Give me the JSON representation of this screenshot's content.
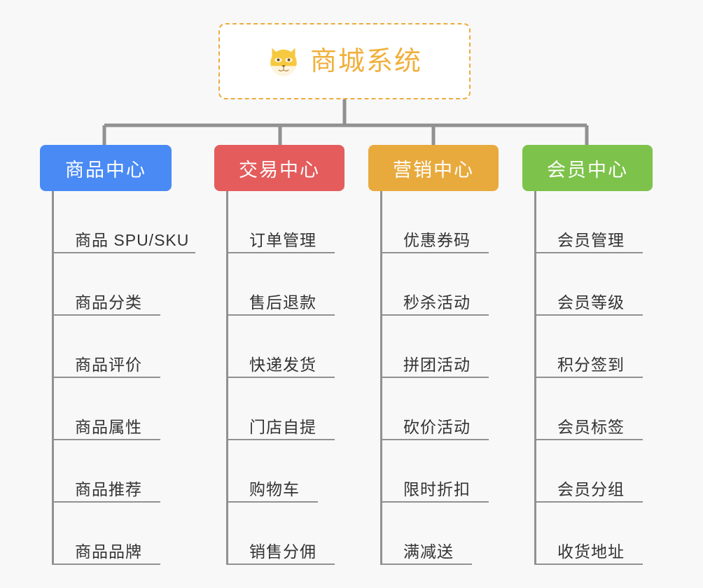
{
  "page": {
    "background_color": "#f8f8f8",
    "title": "商城系统功能架构图"
  },
  "root": {
    "label": "商城系统",
    "icon": "shiba-dog-face-icon",
    "text_color": "#f0b03c",
    "border_color": "#eeab3e",
    "background_color": "#ffffff"
  },
  "connector": {
    "color": "#919191"
  },
  "categories": [
    {
      "label": "商品中心",
      "color": "#4a8af4",
      "items": [
        {
          "label": "商品 SPU/SKU",
          "underline_width": 202
        },
        {
          "label": "商品分类",
          "underline_width": 152
        },
        {
          "label": "商品评价",
          "underline_width": 152
        },
        {
          "label": "商品属性",
          "underline_width": 152
        },
        {
          "label": "商品推荐",
          "underline_width": 152
        },
        {
          "label": "商品品牌",
          "underline_width": 152
        }
      ]
    },
    {
      "label": "交易中心",
      "color": "#e45c5c",
      "items": [
        {
          "label": "订单管理",
          "underline_width": 152
        },
        {
          "label": "售后退款",
          "underline_width": 152
        },
        {
          "label": "快递发货",
          "underline_width": 152
        },
        {
          "label": "门店自提",
          "underline_width": 152
        },
        {
          "label": "购物车",
          "underline_width": 128
        },
        {
          "label": "销售分佣",
          "underline_width": 152
        }
      ]
    },
    {
      "label": "营销中心",
      "color": "#e8aa3d",
      "items": [
        {
          "label": "优惠券码",
          "underline_width": 152
        },
        {
          "label": "秒杀活动",
          "underline_width": 152
        },
        {
          "label": "拼团活动",
          "underline_width": 152
        },
        {
          "label": "砍价活动",
          "underline_width": 152
        },
        {
          "label": "限时折扣",
          "underline_width": 152
        },
        {
          "label": "满减送",
          "underline_width": 128
        }
      ]
    },
    {
      "label": "会员中心",
      "color": "#7dc24a",
      "items": [
        {
          "label": "会员管理",
          "underline_width": 152
        },
        {
          "label": "会员等级",
          "underline_width": 152
        },
        {
          "label": "积分签到",
          "underline_width": 152
        },
        {
          "label": "会员标签",
          "underline_width": 152
        },
        {
          "label": "会员分组",
          "underline_width": 152
        },
        {
          "label": "收货地址",
          "underline_width": 152
        }
      ]
    }
  ]
}
